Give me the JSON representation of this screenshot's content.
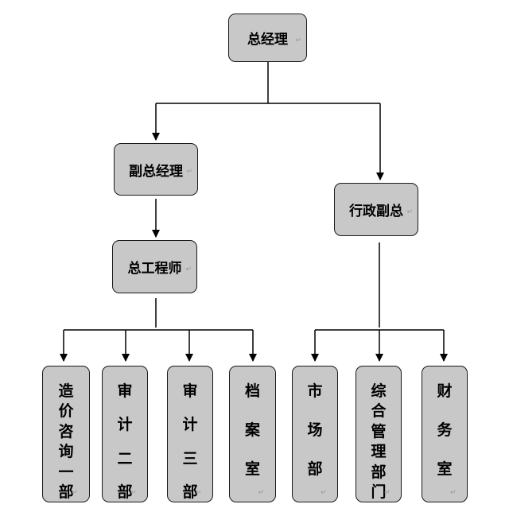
{
  "org_chart": {
    "nodes": [
      {
        "id": "ceo",
        "label": "总经理",
        "vertical": false
      },
      {
        "id": "deputy",
        "label": "副总经理",
        "vertical": false
      },
      {
        "id": "admin",
        "label": "行政副总",
        "vertical": false
      },
      {
        "id": "chief_engineer",
        "label": "总工程师",
        "vertical": false
      },
      {
        "id": "dept1",
        "label": "造价咨询一部",
        "vertical": true
      },
      {
        "id": "dept2",
        "label": "审计二部",
        "vertical": true
      },
      {
        "id": "dept3",
        "label": "审计三部",
        "vertical": true
      },
      {
        "id": "archive",
        "label": "档案室",
        "vertical": true
      },
      {
        "id": "market",
        "label": "市场部",
        "vertical": true
      },
      {
        "id": "general",
        "label": "综合管理部门",
        "vertical": true
      },
      {
        "id": "finance",
        "label": "财务室",
        "vertical": true
      }
    ],
    "edges": [
      {
        "from": "ceo",
        "to": "deputy"
      },
      {
        "from": "ceo",
        "to": "admin"
      },
      {
        "from": "deputy",
        "to": "chief_engineer"
      },
      {
        "from": "chief_engineer",
        "to": "dept1"
      },
      {
        "from": "chief_engineer",
        "to": "dept2"
      },
      {
        "from": "chief_engineer",
        "to": "dept3"
      },
      {
        "from": "chief_engineer",
        "to": "archive"
      },
      {
        "from": "admin",
        "to": "market"
      },
      {
        "from": "admin",
        "to": "general"
      },
      {
        "from": "admin",
        "to": "finance"
      }
    ],
    "return_mark": "↵"
  }
}
